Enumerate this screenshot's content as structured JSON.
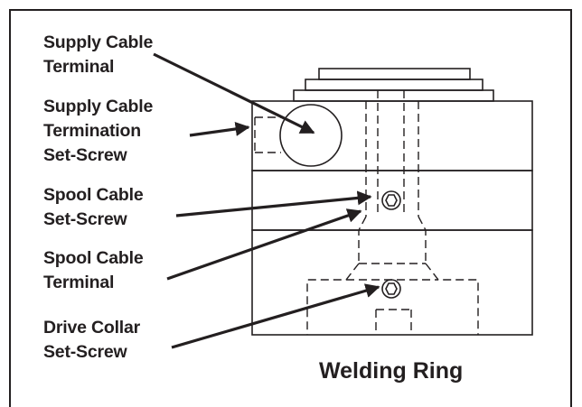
{
  "diagram": {
    "caption": "Welding Ring",
    "labels": {
      "supply_cable_terminal": [
        "Supply Cable",
        "Terminal"
      ],
      "supply_cable_termination_set_screw": [
        "Supply Cable",
        "Termination",
        "Set-Screw"
      ],
      "spool_cable_set_screw": [
        "Spool Cable",
        "Set-Screw"
      ],
      "spool_cable_terminal": [
        "Spool Cable",
        "Terminal"
      ],
      "drive_collar_set_screw": [
        "Drive Collar",
        "Set-Screw"
      ]
    }
  }
}
